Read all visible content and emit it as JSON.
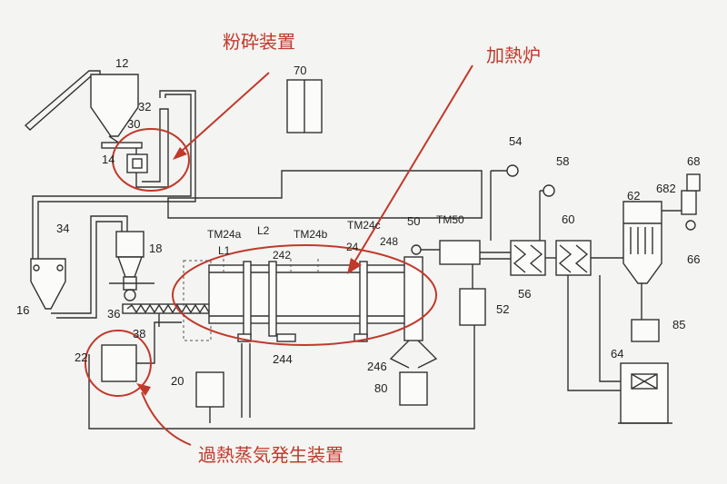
{
  "annotations": {
    "pulverizer": "粉砕装置",
    "heating_furnace": "加熱炉",
    "steam_generator": "過熱蒸気発生装置"
  },
  "labels": {
    "n12": "12",
    "n70": "70",
    "n32": "32",
    "n30": "30",
    "n14": "14",
    "n34": "34",
    "n18": "18",
    "n16": "16",
    "n36": "36",
    "n38": "38",
    "n22": "22",
    "n20": "20",
    "tm24a": "TM24a",
    "l2": "L2",
    "l1": "L1",
    "tm24b": "TM24b",
    "tm24c": "TM24c",
    "n242": "242",
    "n24": "24",
    "n248": "248",
    "n244": "244",
    "n246": "246",
    "n80": "80",
    "n50": "50",
    "tm50": "TM50",
    "n52": "52",
    "n54": "54",
    "n58": "58",
    "n56": "56",
    "n60": "60",
    "n62": "62",
    "n682": "682",
    "n68": "68",
    "n66": "66",
    "n85": "85",
    "n64": "64"
  }
}
